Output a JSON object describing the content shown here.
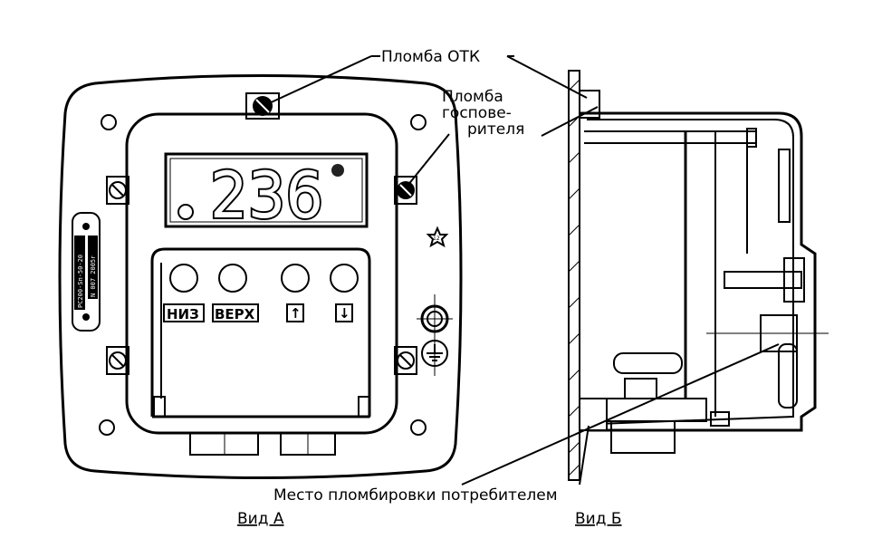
{
  "labels": {
    "seal_otk": "Пломба ОТК",
    "seal_verifier_1": "Пломба",
    "seal_verifier_2": "госпове-",
    "seal_verifier_3": "рителя",
    "seal_consumer": "Место пломбировки потребителем",
    "view_a": "Вид А",
    "view_b": "Вид Б"
  },
  "display": {
    "value": "236"
  },
  "buttons": [
    {
      "label": "НИЗ"
    },
    {
      "label": "ВЕРХ"
    },
    {
      "label": "↑"
    },
    {
      "label": "↓"
    }
  ],
  "nameplate": {
    "model": "РС200-Sп-50-20",
    "serial": "N  007  2005г"
  },
  "marks": {
    "star": "12"
  }
}
